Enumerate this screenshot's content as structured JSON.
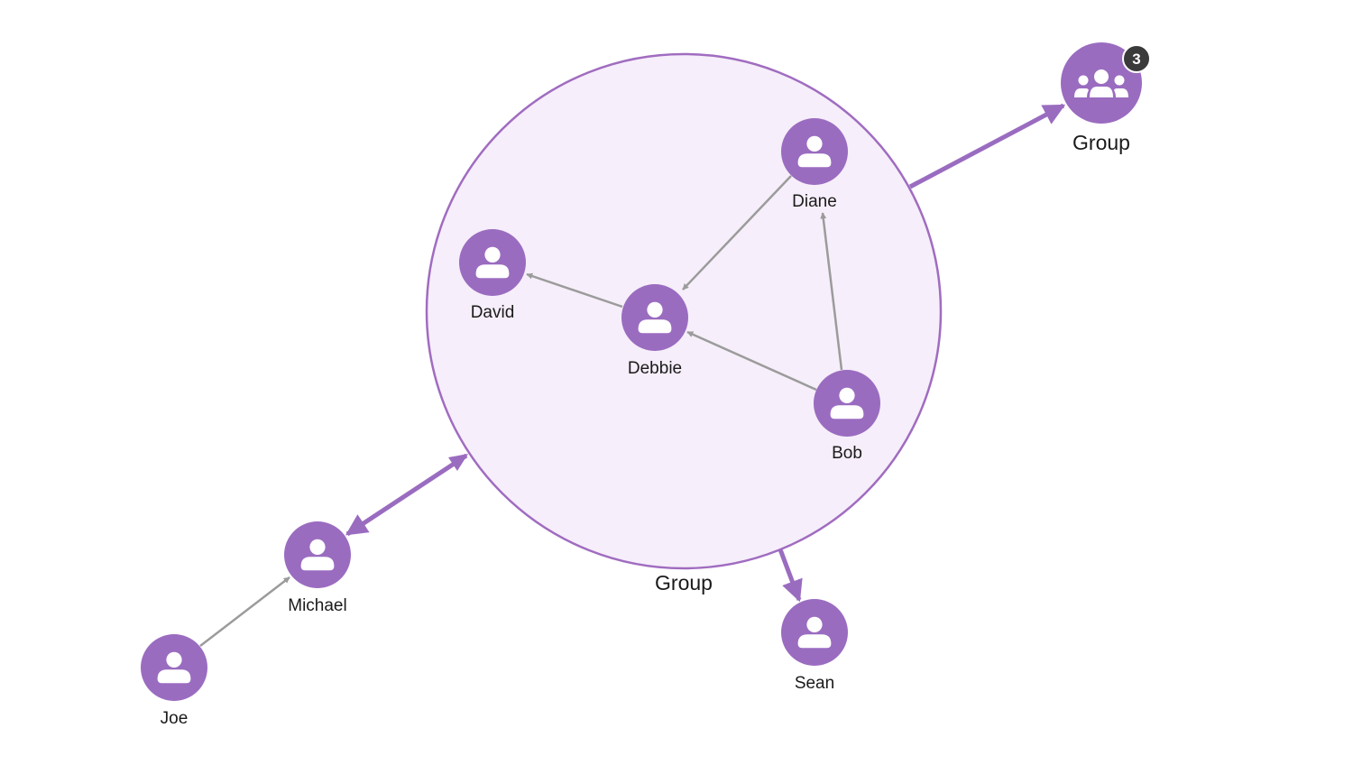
{
  "colors": {
    "node": "#9a6cc0",
    "group_fill": "#f6eefa",
    "group_stroke": "#a06cc0",
    "link_gray": "#9b9b9b",
    "link_purple": "#9a6cc0",
    "badge": "#3a3a3a"
  },
  "icons": {
    "person": "person-icon",
    "group": "group-people-icon"
  },
  "expanded_group": {
    "label": "Group"
  },
  "collapsed_group": {
    "label": "Group",
    "badge": "3"
  },
  "nodes": {
    "diane": {
      "label": "Diane"
    },
    "david": {
      "label": "David"
    },
    "debbie": {
      "label": "Debbie"
    },
    "bob": {
      "label": "Bob"
    },
    "michael": {
      "label": "Michael"
    },
    "joe": {
      "label": "Joe"
    },
    "sean": {
      "label": "Sean"
    }
  }
}
